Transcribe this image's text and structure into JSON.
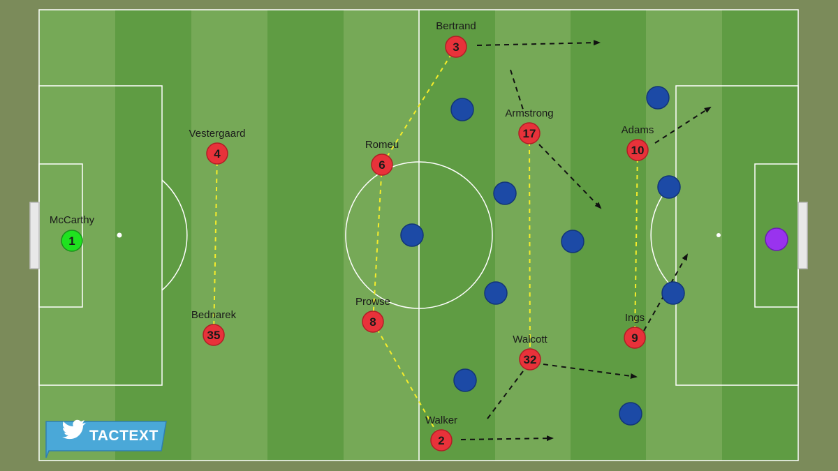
{
  "colors": {
    "background": "#7b8b5a",
    "stripe_light": "#76a957",
    "stripe_dark": "#5f9c43",
    "line": "#ffffff",
    "red_player": "#e8323a",
    "goalkeeper_home": "#1fe21f",
    "goalkeeper_away": "#9933ee",
    "opponent": "#1c4aa6",
    "shape_line": "#f5ec2b",
    "movement_arrow": "#111111",
    "logo_banner": "#4aa8d8"
  },
  "logo": {
    "icon": "twitter-bird-icon",
    "text": "TACTEXT"
  },
  "home_players": [
    {
      "name": "McCarthy",
      "number": "1",
      "role": "goalkeeper"
    },
    {
      "name": "Vestergaard",
      "number": "4"
    },
    {
      "name": "Bednarek",
      "number": "35"
    },
    {
      "name": "Bertrand",
      "number": "3"
    },
    {
      "name": "Romeu",
      "number": "6"
    },
    {
      "name": "Prowse",
      "number": "8"
    },
    {
      "name": "Walker",
      "number": "2"
    },
    {
      "name": "Armstrong",
      "number": "17"
    },
    {
      "name": "Walcott",
      "number": "32"
    },
    {
      "name": "Adams",
      "number": "10"
    },
    {
      "name": "Ings",
      "number": "9"
    }
  ],
  "away_players": [
    {
      "role": "outfield"
    },
    {
      "role": "outfield"
    },
    {
      "role": "outfield"
    },
    {
      "role": "outfield"
    },
    {
      "role": "outfield"
    },
    {
      "role": "outfield"
    },
    {
      "role": "outfield"
    },
    {
      "role": "outfield"
    },
    {
      "role": "outfield"
    },
    {
      "role": "outfield"
    },
    {
      "role": "goalkeeper"
    }
  ]
}
